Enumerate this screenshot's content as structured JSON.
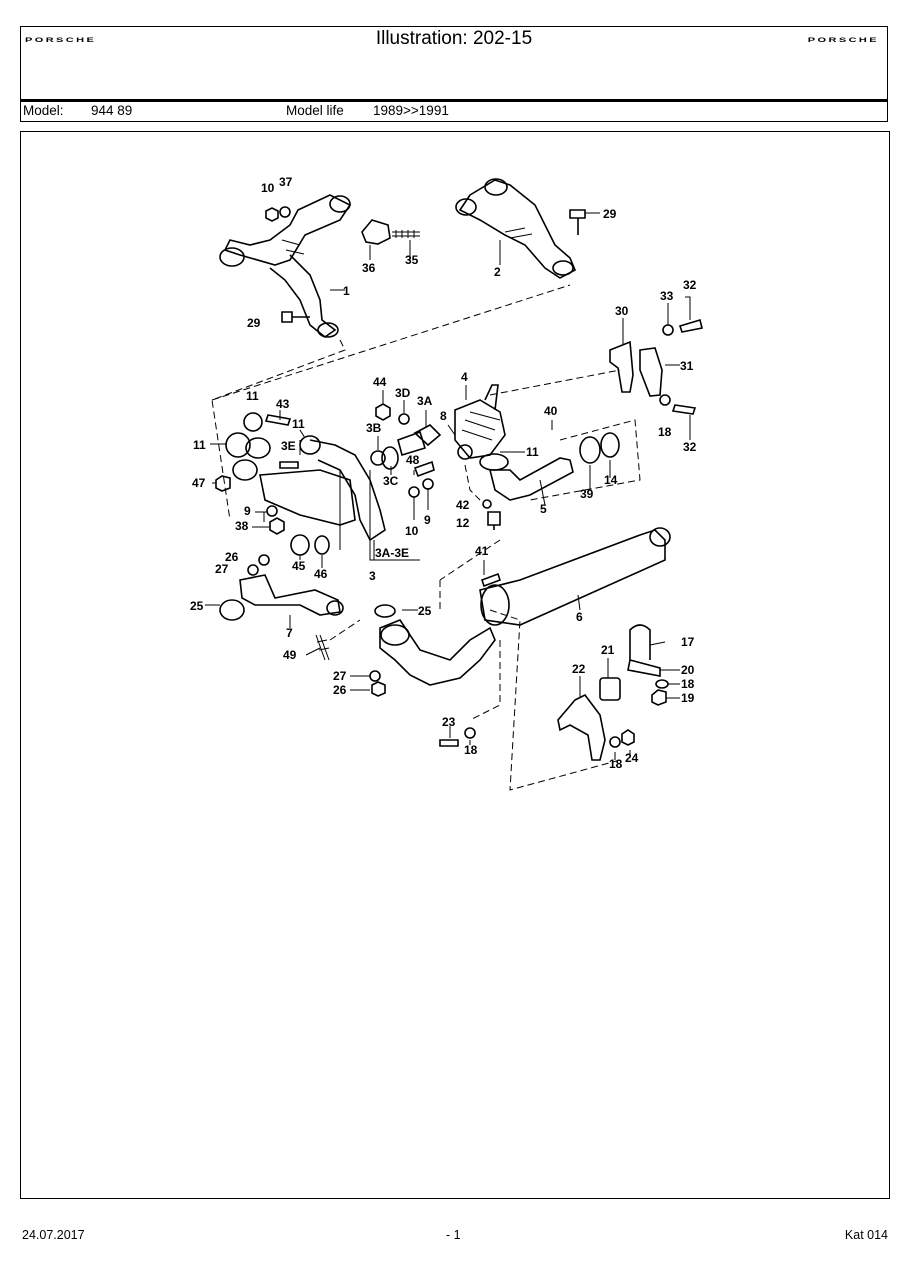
{
  "header": {
    "brand_left": "PORSCHE",
    "brand_right": "PORSCHE",
    "title": "Illustration: 202-15",
    "model_label": "Model:",
    "model_value": "944 89",
    "model_life_label": "Model life",
    "model_life_value": "1989>>1991"
  },
  "diagram": {
    "callouts": [
      "10",
      "37",
      "35",
      "36",
      "29",
      "2",
      "1",
      "29",
      "32",
      "33",
      "30",
      "31",
      "18",
      "32",
      "11",
      "43",
      "44",
      "3D",
      "3A",
      "4",
      "11",
      "3E",
      "11",
      "3B",
      "8",
      "48",
      "40",
      "11",
      "47",
      "3C",
      "42",
      "12",
      "5",
      "39",
      "14",
      "9",
      "38",
      "10",
      "9",
      "45",
      "46",
      "3A-3E",
      "3",
      "26",
      "27",
      "41",
      "25",
      "25",
      "7",
      "6",
      "49",
      "17",
      "21",
      "22",
      "20",
      "27",
      "26",
      "18",
      "19",
      "23",
      "18",
      "18",
      "24"
    ]
  },
  "footer": {
    "date": "24.07.2017",
    "page": "- 1",
    "catalog": "Kat 014"
  }
}
